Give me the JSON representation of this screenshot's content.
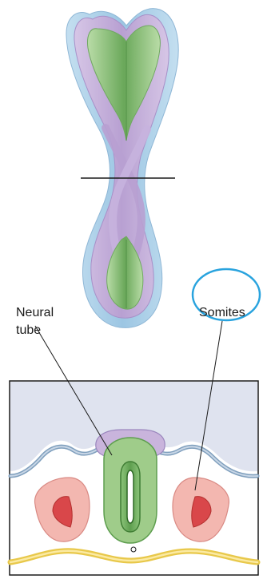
{
  "labels": {
    "neural_tube_line1": "Neural",
    "neural_tube_line2": "tube",
    "somites": "Somites"
  },
  "colors": {
    "outer_layer": "#a9cde6",
    "middle_layer": "#c9b4dc",
    "neural_plate": "#9fcc8a",
    "neural_plate_dark": "#5e9e4f",
    "somite_outer": "#f3b7b0",
    "somite_inner": "#d9474a",
    "notochord_line": "#e8c84a",
    "ectoderm_line": "#7f9fbd",
    "panel_background": "#dfe3ef",
    "highlight_circle": "#29a3de"
  },
  "icons": {
    "section_plane": "horizontal-line",
    "highlight": "ellipse-outline"
  }
}
